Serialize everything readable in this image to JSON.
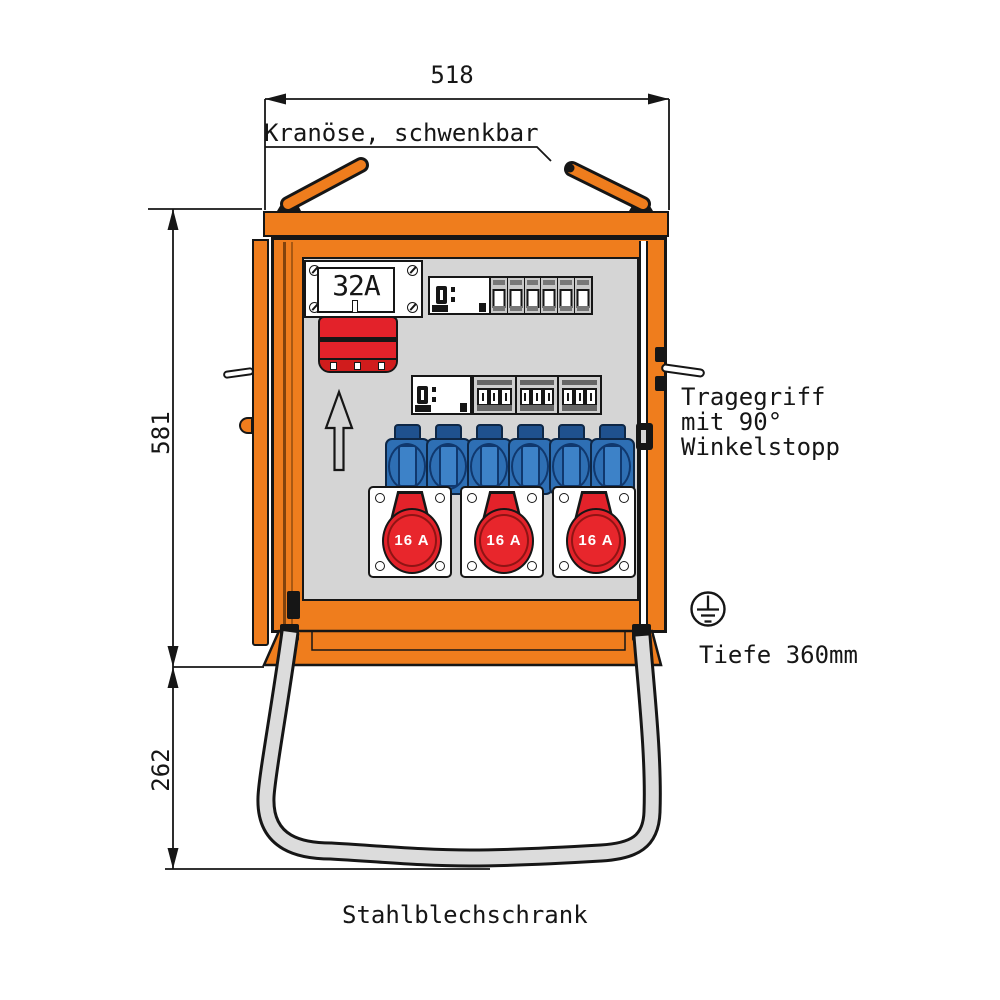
{
  "drawing": {
    "caption": "Stahlblechschrank",
    "type": "front-view technical drawing of a steel-sheet power distribution cabinet on a tubular stand"
  },
  "dimensions": {
    "width": {
      "value": "518"
    },
    "height": {
      "value": "581"
    },
    "stand_height": {
      "value": "262"
    }
  },
  "annotations": {
    "crane_eye_note": "Kranöse, schwenkbar",
    "handle_note_line1": "Tragegriff",
    "handle_note_line2": "mit 90°",
    "handle_note_line3": "Winkelstopp",
    "depth_note": "Tiefe 360mm",
    "caption": "Stahlblechschrank"
  },
  "cabinet": {
    "inlet_plate_label": "32A",
    "cee16_sockets": [
      {
        "label": "16 A"
      },
      {
        "label": "16 A"
      },
      {
        "label": "16 A"
      }
    ],
    "schuko_socket_count": 6,
    "breaker_row1": {
      "rcd_modules": 1,
      "mcb_modules": 6
    },
    "breaker_row2": {
      "rcd_modules": 1,
      "mcb_groups": 3,
      "poles_per_group": 3
    },
    "has_earth_symbol": true
  },
  "colors": {
    "cabinet_orange": "#ef7d1d",
    "signal_red": "#e3222a",
    "socket_blue": "#2e6fb4",
    "panel_gray": "#d5d5d5",
    "tube_gray": "#dcdcdc",
    "line_black": "#161616"
  }
}
